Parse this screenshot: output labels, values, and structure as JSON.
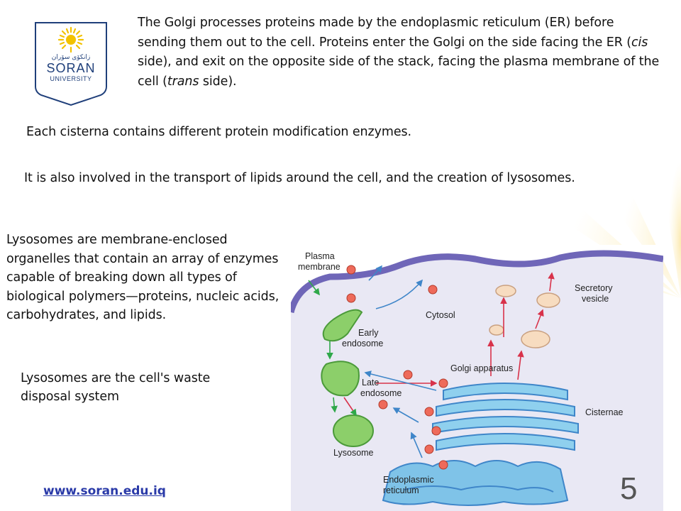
{
  "logo": {
    "arabic_text": "زانكۆی سۆران",
    "name_line1": "SORAN",
    "name_line2": "UNIVERSITY",
    "colors": {
      "navy": "#1f3f7a",
      "sun": "#f2c200"
    }
  },
  "intro": {
    "part1": "The Golgi processes proteins made by the endoplasmic reticulum (ER) before sending them out to the cell. Proteins enter the Golgi on the side facing the ER (",
    "cis": "cis",
    "part2": " side), and exit on the opposite side of the stack, facing the plasma membrane of the cell (",
    "trans": "trans",
    "part3": " side)."
  },
  "cisterna_text": "Each cisterna contains different protein modification enzymes.",
  "lipids_text": "It is also involved in the transport of lipids around the cell, and the creation of lysosomes.",
  "lysosome_def": "Lysosomes are membrane-enclosed organelles that contain an array of enzymes capable of breaking down all types of biological polymers—proteins, nucleic acids, carbohydrates, and lipids.",
  "waste_text": "Lysosomes are the cell's waste disposal system",
  "diagram": {
    "labels": {
      "plasma1": "Plasma",
      "plasma2": "membrane",
      "cytosol": "Cytosol",
      "secretory1": "Secretory",
      "secretory2": "vesicle",
      "early1": "Early",
      "early2": "endosome",
      "golgi": "Golgi apparatus",
      "late1": "Late",
      "late2": "endosome",
      "cisternae": "Cisternae",
      "lysosome": "Lysosome",
      "er1": "Endoplasmic",
      "er2": "reticulum"
    },
    "colors": {
      "membrane": "#6f66b8",
      "cytosol": "#e9e8f4",
      "endosome": "#8ccf6a",
      "golgi": "#8fd0ee",
      "vesicle_red": "#ee6a5a",
      "secretory": "#f7dcc0",
      "arrow_red": "#d8324a",
      "arrow_blue": "#3f86c9",
      "arrow_green": "#2fa84a"
    }
  },
  "footer": {
    "url": "www.soran.edu.iq",
    "page_number": "5"
  }
}
